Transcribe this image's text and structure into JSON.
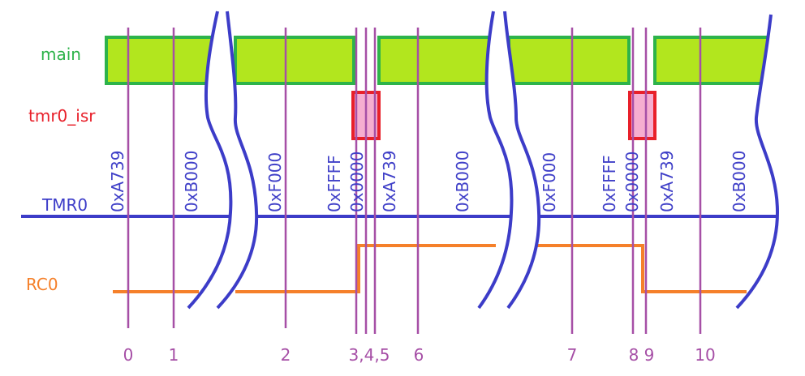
{
  "signals": {
    "main": "main",
    "tmr0_isr": "tmr0_isr",
    "tmr0": "TMR0",
    "rc0": "RC0"
  },
  "timer_values": [
    "0xA739",
    "0xB000",
    "0xF000",
    "0xFFFF",
    "0x0000",
    "0xA739",
    "0xB000",
    "0xF000",
    "0xFFFF",
    "0x0000",
    "0xA739",
    "0xB000"
  ],
  "time_markers": [
    "0",
    "1",
    "2",
    "3,4,5",
    "6",
    "7",
    "8",
    "9",
    "10"
  ],
  "colors": {
    "main_fill": "#b2e61e",
    "main_stroke": "#2db34a",
    "isr_fill": "#f6aed0",
    "isr_stroke": "#e8202a",
    "tmr0": "#3c3cc8",
    "rc0": "#f5802a",
    "marker": "#a64fa6"
  }
}
